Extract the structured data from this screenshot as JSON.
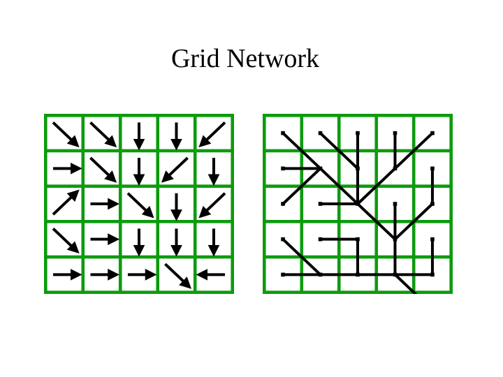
{
  "slide": {
    "title": "Grid Network"
  },
  "colors": {
    "background": "#ffffff",
    "grid_line": "#0d9b0d",
    "ink": "#000000"
  },
  "grids": {
    "rows": 5,
    "cols": 5,
    "cell_directions": [
      [
        "SE",
        "SE",
        "S",
        "S",
        "SW"
      ],
      [
        "E",
        "SE",
        "S",
        "SW",
        "S"
      ],
      [
        "NE",
        "E",
        "SE",
        "S",
        "SW"
      ],
      [
        "SE",
        "E",
        "S",
        "S",
        "S"
      ],
      [
        "E",
        "E",
        "E",
        "SE",
        "W"
      ]
    ],
    "left": {
      "style": "arrows"
    },
    "right": {
      "style": "network",
      "node_dots": true
    }
  }
}
